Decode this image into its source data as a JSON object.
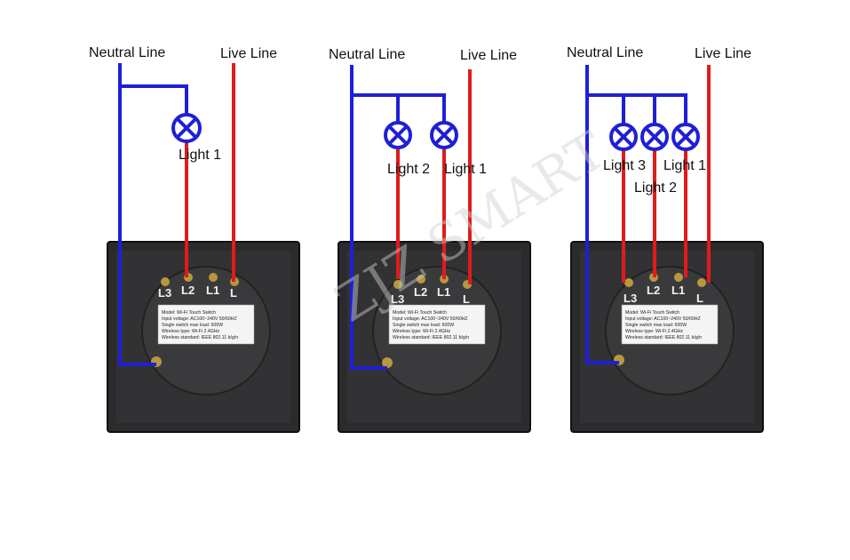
{
  "watermark": "ZJZ SMART",
  "diagrams": [
    {
      "neutral_label": "Neutral Line",
      "live_label": "Live Line",
      "lights": [
        "Light 1"
      ],
      "terminals": [
        "L3",
        "L2",
        "L1",
        "L"
      ],
      "sticker": [
        "Model:  Wi-Fi Touch Switch",
        "Input voltage:  AC100~240V  50/60HZ",
        "Single switch max load:  600W",
        "Wireless type:  Wi-Fi 2.4GHz",
        "Wireless standard:  IEEE 802.11 b/g/n"
      ]
    },
    {
      "neutral_label": "Neutral Line",
      "live_label": "Live Line",
      "lights": [
        "Light 2",
        "Light 1"
      ],
      "terminals": [
        "L3",
        "L2",
        "L1",
        "L"
      ],
      "sticker": [
        "Model:  Wi-Fi Touch Switch",
        "Input voltage:  AC100~240V  50/60HZ",
        "Single switch max load:  600W",
        "Wireless type:  Wi-Fi 2.4GHz",
        "Wireless standard:  IEEE 802.11 b/g/n"
      ]
    },
    {
      "neutral_label": "Neutral Line",
      "live_label": "Live Line",
      "lights": [
        "Light 3",
        "Light 2",
        "Light 1"
      ],
      "terminals": [
        "L3",
        "L2",
        "L1",
        "L"
      ],
      "sticker": [
        "Model:  Wi-Fi Touch Switch",
        "Input voltage:  AC100~240V  50/60HZ",
        "Single switch max load:  600W",
        "Wireless type:  Wi-Fi 2.4GHz",
        "Wireless standard:  IEEE 802.11 b/g/n"
      ]
    }
  ],
  "colors": {
    "neutral": "#1f1fd6",
    "live": "#e01b1b",
    "lamp": "#1f1fd6",
    "panel": "#2a2a2c"
  }
}
